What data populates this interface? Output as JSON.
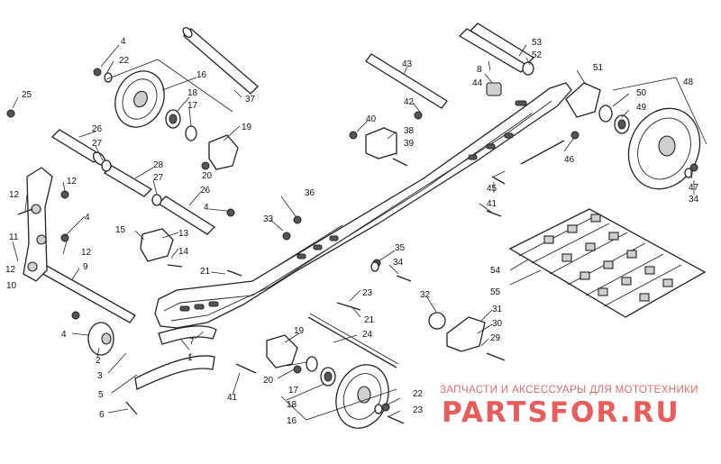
{
  "callouts": [
    "1",
    "2",
    "3",
    "4",
    "5",
    "6",
    "7",
    "8",
    "9",
    "10",
    "11",
    "12",
    "13",
    "14",
    "15",
    "16",
    "17",
    "18",
    "19",
    "20",
    "21",
    "22",
    "23",
    "24",
    "25",
    "26",
    "27",
    "28",
    "29",
    "30",
    "31",
    "32",
    "33",
    "34",
    "35",
    "36",
    "37",
    "38",
    "39",
    "40",
    "41",
    "42",
    "43",
    "44",
    "45",
    "46",
    "47",
    "48",
    "49",
    "50",
    "51",
    "52",
    "53",
    "54",
    "55"
  ],
  "watermark": {
    "tagline": "ЗАПЧАСТИ И АКСЕССУАРЫ ДЛЯ МОТОТЕХНИКИ",
    "logo": "PARTSFOR.RU"
  }
}
